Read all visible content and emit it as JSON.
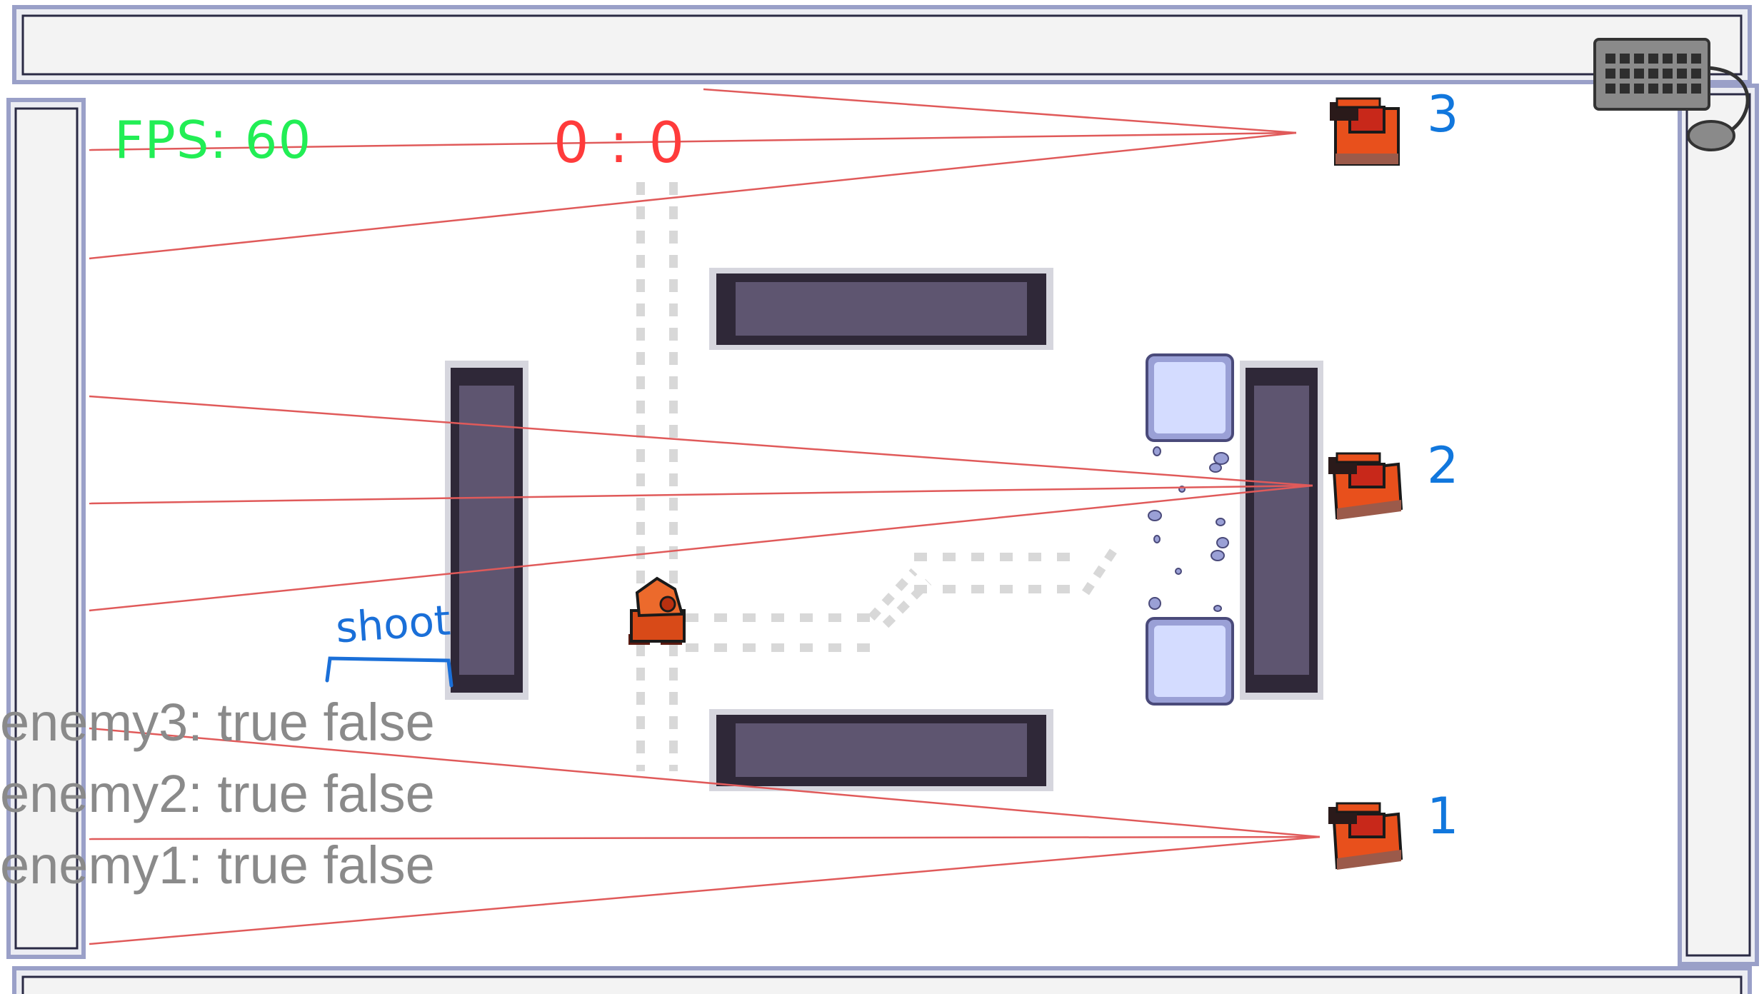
{
  "hud": {
    "fps_label": "FPS: 60",
    "score": "0 : 0"
  },
  "enemies": [
    {
      "label": "3"
    },
    {
      "label": "2"
    },
    {
      "label": "1"
    }
  ],
  "debug_lines": [
    "enemy3: true false",
    "enemy2: true false",
    "enemy1: true false"
  ],
  "annotation": {
    "text": "shoot"
  },
  "colors": {
    "fps": "#22ee55",
    "score": "#ff3b3b",
    "sight_line": "#e05a5a",
    "label": "#1177dd",
    "wall": "#5e5570",
    "ice": "#d4dcff",
    "tank": "#e8501c"
  },
  "icons": {
    "keyboard": "keyboard-icon"
  }
}
